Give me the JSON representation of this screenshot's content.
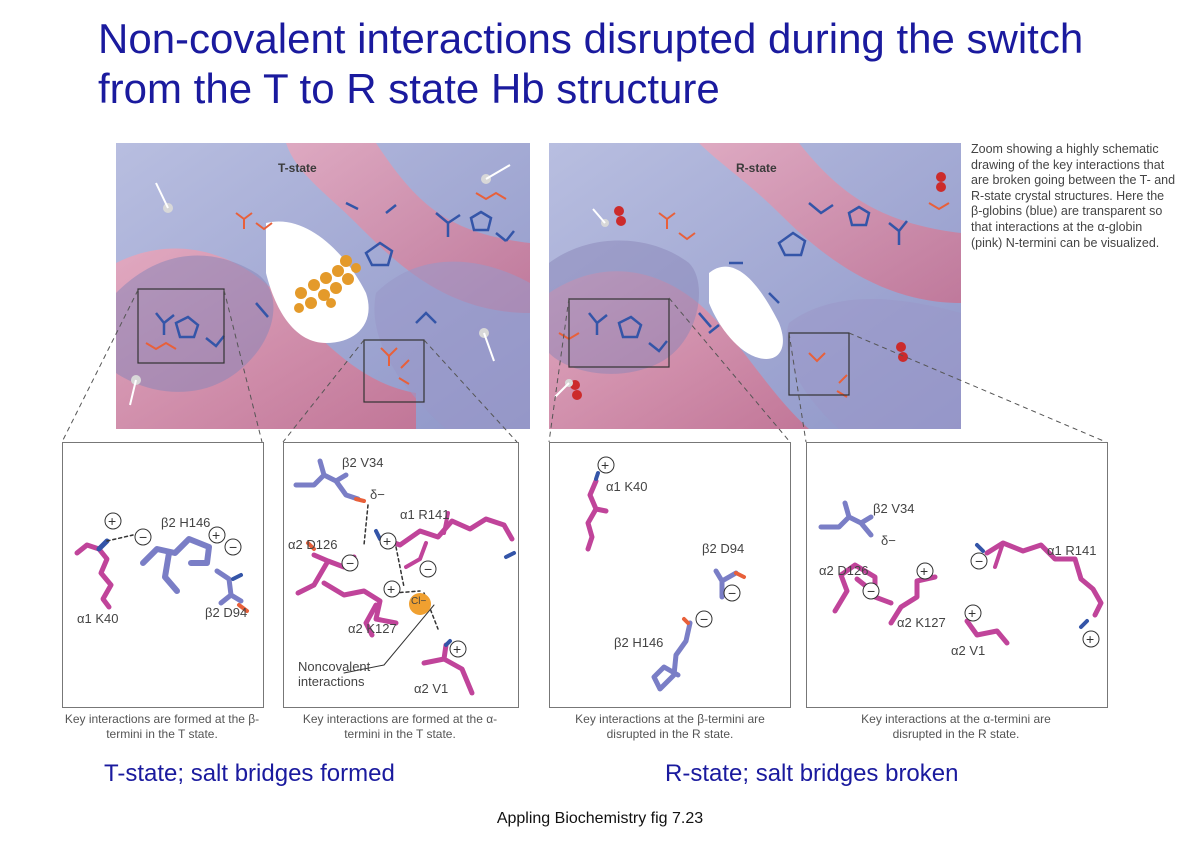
{
  "slide": {
    "title": "Non-covalent interactions disrupted during the switch from the T to R state Hb structure",
    "source": "Appling Biochemistry fig 7.23"
  },
  "overview": {
    "t_state_label": "T-state",
    "r_state_label": "R-state",
    "zoom_note": "Zoom showing a highly schematic drawing of the key interactions that are broken going between the T- and R-state crystal structures. Here the β-globins (blue) are transparent so that interactions at the α-globin (pink) N-termini can be visualized."
  },
  "details": {
    "t_beta": {
      "labels": [
        "β2 H146",
        "α1 K40",
        "β2 D94"
      ],
      "caption": "Key interactions are formed at the β-termini in the T state."
    },
    "t_alpha": {
      "labels": [
        "β2 V34",
        "δ−",
        "α1 R141",
        "α2 D126",
        "α2 K127",
        "Cl−",
        "Noncovalent interactions",
        "α2 V1"
      ],
      "caption": "Key interactions are formed at the α-termini in the T state."
    },
    "r_beta": {
      "labels": [
        "α1 K40",
        "β2 D94",
        "β2 H146"
      ],
      "caption": "Key interactions at the β-termini are disrupted in the R state."
    },
    "r_alpha": {
      "labels": [
        "β2 V34",
        "δ−",
        "α1 R141",
        "α2 D126",
        "α2 K127",
        "α2 V1"
      ],
      "caption": "Key interactions at the α-termini are disrupted in the R state."
    }
  },
  "bottom": {
    "left": "T-state; salt bridges formed",
    "right": "R-state; salt bridges broken"
  },
  "colors": {
    "title": "#1a1a9e",
    "alpha_globin": "#d98aa4",
    "beta_globin": "#8f93c9",
    "blue_residue": "#3455a8",
    "red_residue": "#e8603a",
    "magenta_chain": "#c0449a",
    "bpg": "#e49a2a",
    "chloride": "#f0a030"
  }
}
